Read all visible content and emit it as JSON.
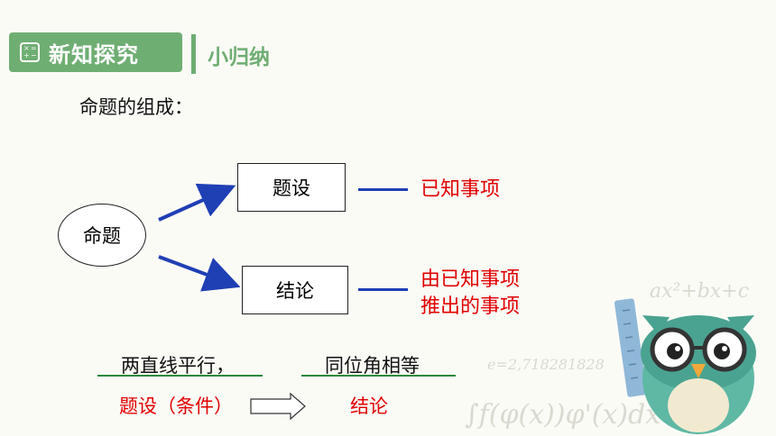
{
  "header": {
    "title": "新知探究",
    "subtitle": "小归纳",
    "colors": {
      "accent": "#6fae73",
      "arrow_blue": "#1f3fb5",
      "red": "#e00000",
      "green_line": "#2a8a3b"
    }
  },
  "intro": "命题的组成：",
  "diagram": {
    "root": "命题",
    "premise": "题设",
    "conclusion": "结论",
    "premise_desc": "已知事项",
    "conclusion_desc_line1": "由已知事项",
    "conclusion_desc_line2": "推出的事项"
  },
  "example": {
    "premise_text": "两直线平行，",
    "conclusion_text": "同位角相等",
    "premise_tag": "题设（条件）",
    "conclusion_tag": "结论"
  },
  "decoration": {
    "formula_1": "ax²+bx+c",
    "formula_2": "e=2,718281828",
    "formula_3": "∫f(φ(x))φ'(x)dx=∫f",
    "icon": "owl-with-ruler-icon"
  }
}
